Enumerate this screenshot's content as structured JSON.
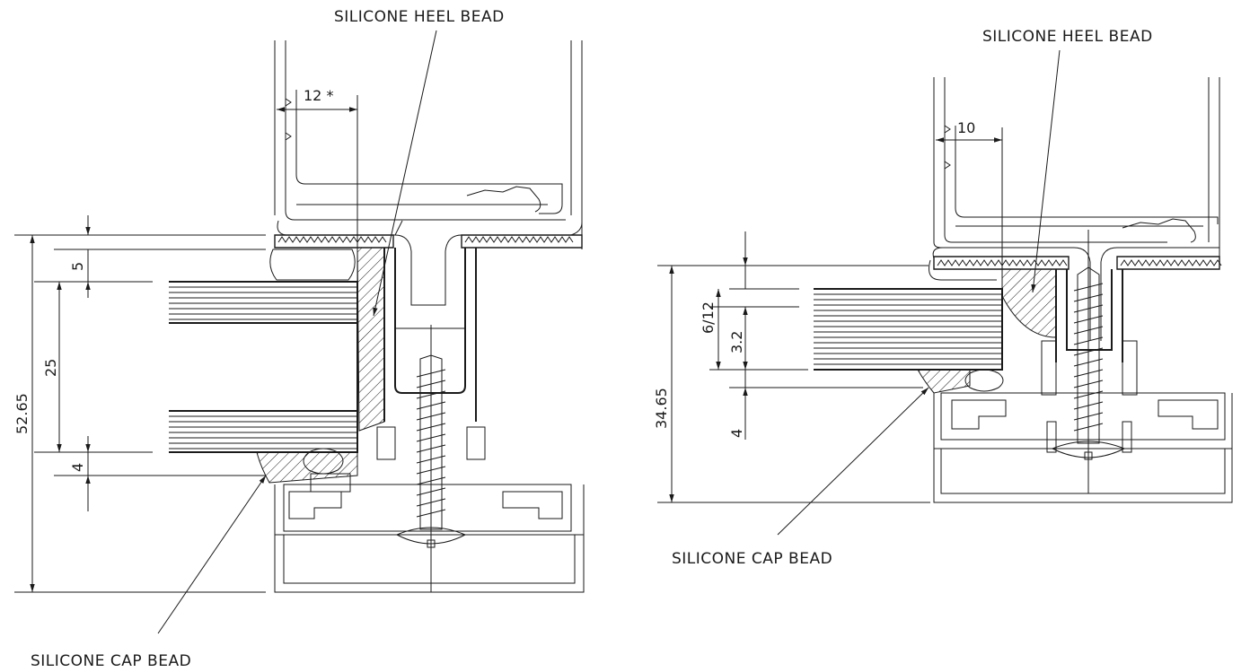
{
  "left_detail": {
    "heel_label": "SILICONE HEEL BEAD",
    "cap_label": "SILICONE CAP BEAD",
    "dim_bite": "12 *",
    "dim_top": "5",
    "dim_glass": "25",
    "dim_bottom": "4",
    "dim_overall": "52.65"
  },
  "right_detail": {
    "heel_label": "SILICONE HEEL BEAD",
    "cap_label": "SILICONE CAP BEAD",
    "dim_bite": "10",
    "dim_panel": "6/12",
    "dim_skin": "3.2",
    "dim_bottom": "4",
    "dim_overall": "34.65"
  }
}
